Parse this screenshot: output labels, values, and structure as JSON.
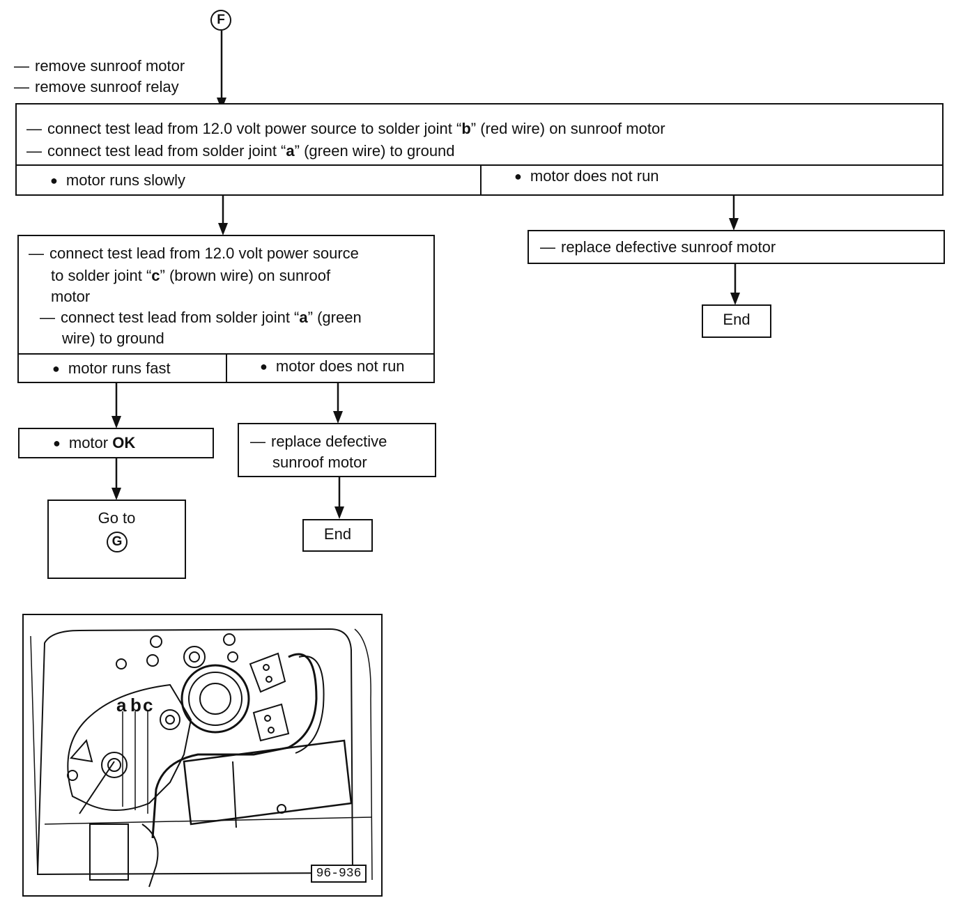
{
  "start_marker": "F",
  "pre_steps": [
    "remove sunroof motor",
    "remove sunroof relay"
  ],
  "step1": {
    "lines": [
      {
        "pre": "connect test lead from 12.0 volt power source to solder joint “",
        "key": "b",
        "post": "” (red wire) on sunroof motor"
      },
      {
        "pre": "connect test lead from solder joint “",
        "key": "a",
        "post": "” (green wire) to ground"
      }
    ],
    "outcome_left": "motor runs slowly",
    "outcome_right": "motor does not run"
  },
  "replace1": "replace defective sunroof motor",
  "end1": "End",
  "step2": {
    "line1a": "connect test lead from 12.0 volt power source",
    "line1b_pre": "to solder joint “",
    "line1b_key": "c",
    "line1b_post": "” (brown wire) on sunroof",
    "line1c": "motor",
    "line2a_pre": "connect test lead from solder joint “",
    "line2a_key": "a",
    "line2a_post": "” (green",
    "line2b": "wire) to ground",
    "outcome_left": "motor runs fast",
    "outcome_right": "motor does not run"
  },
  "motor_ok_pre": "motor",
  "motor_ok_bold": "OK",
  "replace2_line1": "replace defective",
  "replace2_line2": "sunroof motor",
  "end2": "End",
  "goto_label": "Go to",
  "goto_marker": "G",
  "photo": {
    "solder_labels": [
      "a",
      "b",
      "c"
    ],
    "figure_number": "96-936"
  }
}
